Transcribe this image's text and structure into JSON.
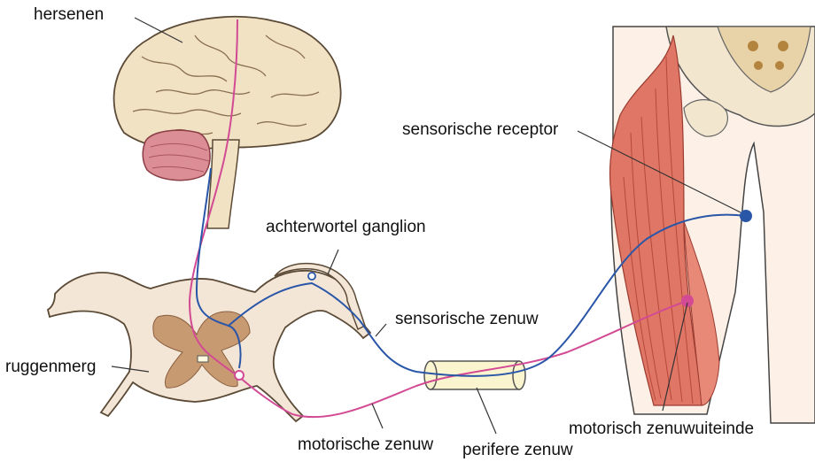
{
  "labels": {
    "brain": "hersenen",
    "sensory_receptor": "sensorische receptor",
    "dorsal_root_ganglion": "achterwortel ganglion",
    "spinal_cord": "ruggenmerg",
    "sensory_nerve": "sensorische zenuw",
    "motor_nerve": "motorische zenuw",
    "peripheral_nerve": "perifere zenuw",
    "motor_nerve_ending": "motorisch zenuwuiteinde"
  },
  "colors": {
    "sensory_pathway": "#2a56a8",
    "motor_pathway": "#d34a94",
    "brain": "#f1e2c4",
    "cerebellum": "#dc8e96",
    "muscle": "#e07665",
    "bone": "#f3e6cf",
    "spinal_cord": "#f3e6d6",
    "gray_matter": "#c89a72",
    "peripheral_nerve_sheath": "#fbf5cf",
    "skin": "#fdf0e6"
  }
}
